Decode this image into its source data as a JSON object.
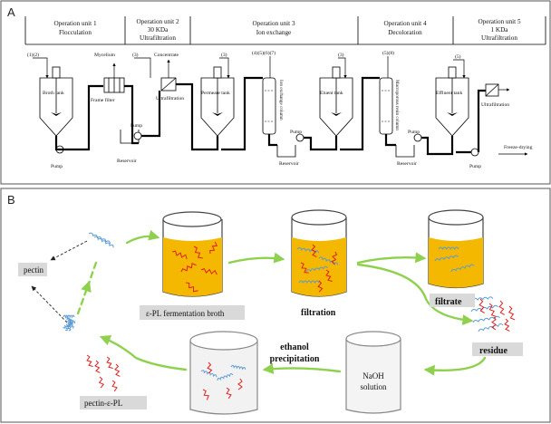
{
  "panel_a": {
    "letter": "A",
    "units": [
      {
        "title": "Operation unit 1",
        "subtitle": "Flocculation"
      },
      {
        "title": "Operation unit 2",
        "subtitle": "30 KDa",
        "subtitle2": "Ultrafiltration"
      },
      {
        "title": "Operation unit 3",
        "subtitle": "Ion exchange"
      },
      {
        "title": "Operation unit 4",
        "subtitle": "Decoloration"
      },
      {
        "title": "Operation unit 5",
        "subtitle": "1 KDa",
        "subtitle2": "Ultrafiltration"
      }
    ],
    "labels": {
      "feed1": "(1)(2)",
      "broth_tank": "Broth tank",
      "mycelium": "Mycelium",
      "frame_filter": "Frame filter",
      "feed3a": "(3)",
      "concentrate": "Concentrate",
      "ultrafiltration1": "Ultrafiltration",
      "reservoir1": "Reservoir",
      "pump1": "Pump",
      "pump2": "Pump",
      "feed3b": "(3)",
      "permeate_tank": "Permeate tank",
      "feed4567": "(4)(5)(6)(7)",
      "ion_column": "Ion exchange column",
      "reservoir2": "Reservoir",
      "pump3": "Pump",
      "feed3c": "(3)",
      "eluent_tank": "Eluent  tank",
      "feed58": "(5)(8)",
      "resin_column": "Macroporous resin column",
      "reservoir3": "Reservoir",
      "pump4": "Pump",
      "feed5": "(5)",
      "effluent_tank": "Effluent tank",
      "ultrafiltration2": "Ultrafiltration",
      "freeze_drying": "Freeze-drying",
      "pump5": "Pump"
    }
  },
  "panel_b": {
    "letter": "B",
    "labels": {
      "pectin": "pectin",
      "broth": "ε-PL fermentation broth",
      "filtration": "filtration",
      "filtrate": "filtrate",
      "residue": "residue",
      "naoh_line1": "NaOH",
      "naoh_line2": "solution",
      "ethanol_line1": "ethanol",
      "ethanol_line2": "precipitation",
      "pectin_pl": "pectin-ε-PL"
    }
  },
  "colors": {
    "arrow_green": "#8fd14f",
    "liquid_orange": "#f5b800",
    "label_box": "#d9d9d9",
    "pipe": "#000000",
    "chain_red": "#e02020",
    "chain_blue": "#5b9bd5"
  }
}
